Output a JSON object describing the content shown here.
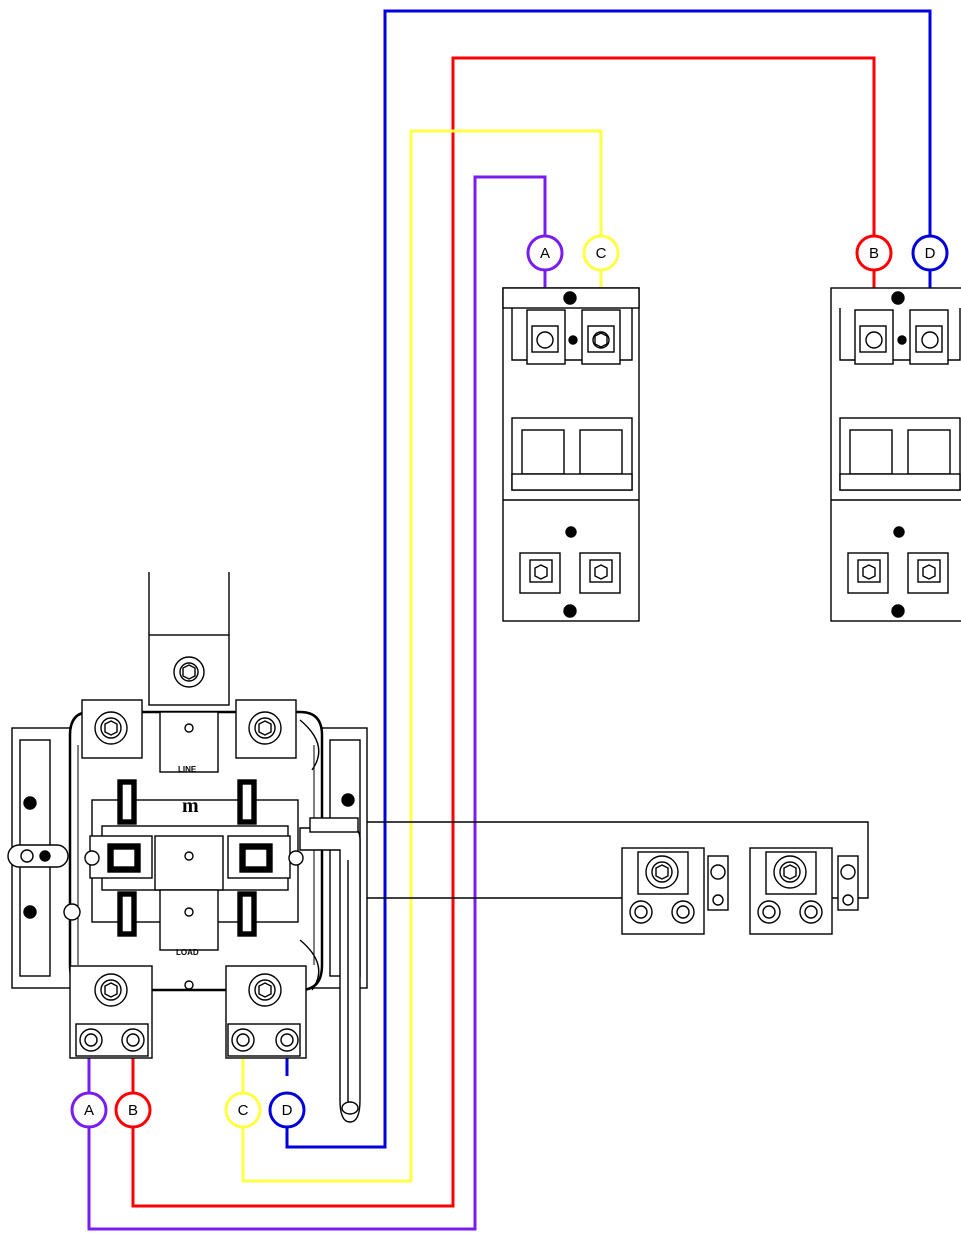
{
  "wire_colors": {
    "A": "#7a1cf0",
    "B": "#ff0000",
    "C": "#ffff44",
    "D": "#0000dd"
  },
  "terminal_labels": {
    "A": "A",
    "B": "B",
    "C": "C",
    "D": "D"
  },
  "base_labels": {
    "line": "LINE",
    "load": "LOAD",
    "logo": "m"
  }
}
